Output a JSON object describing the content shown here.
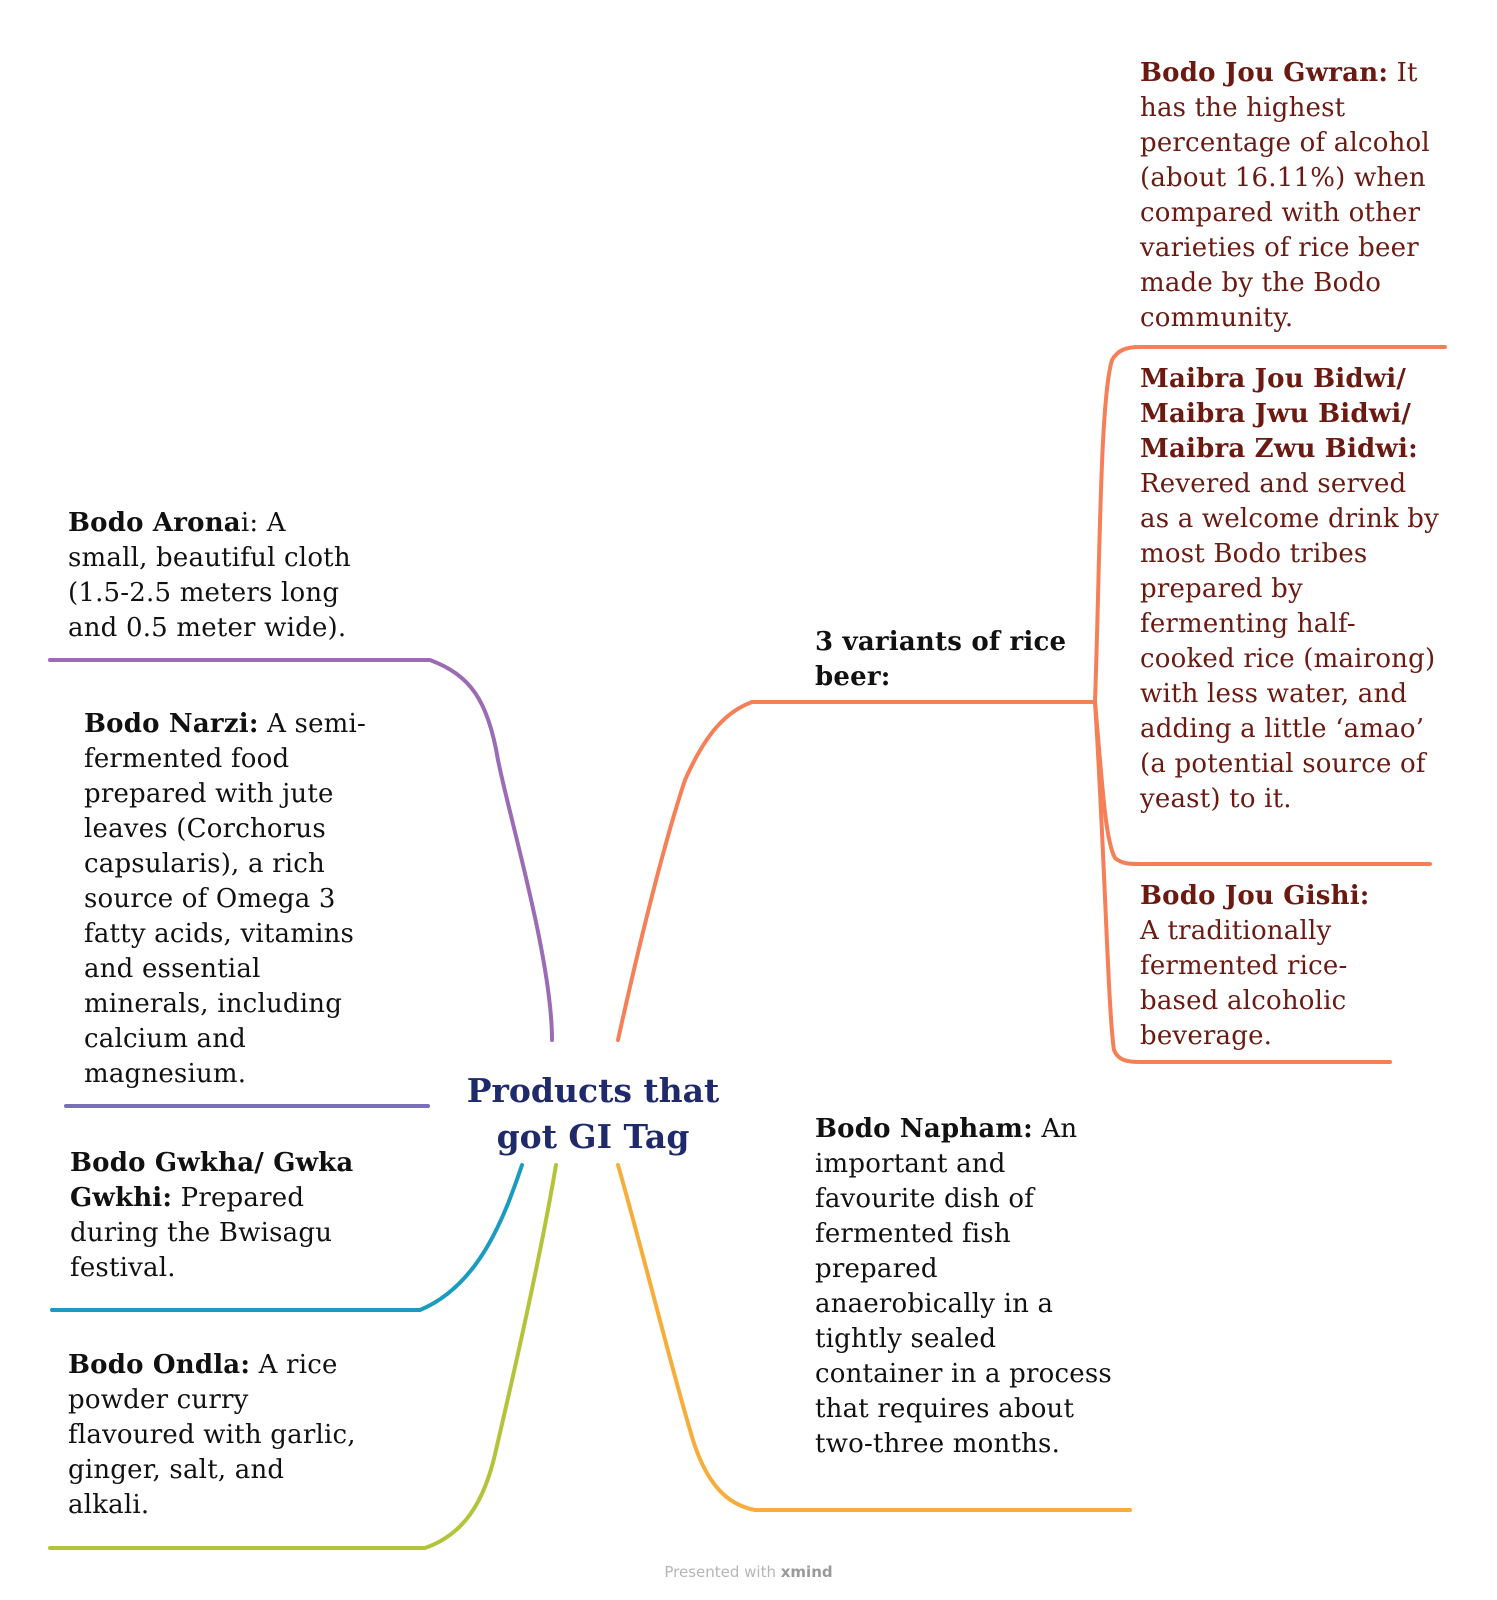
{
  "central_topic": {
    "line1": "Products that",
    "line2": "got GI Tag"
  },
  "left_branches": [
    {
      "title": "Bodo Arona",
      "title_tail": "i:",
      "text": " A small, beautiful cloth (1.5-2.5 meters long and 0.5 meter wide).",
      "color": "#9b6bb5"
    },
    {
      "title": "Bodo Narzi:",
      "text": " A semi-fermented food prepared with jute leaves (Corchorus capsularis), a rich source of Omega 3 fatty acids, vitamins and essential minerals, including calcium and magnesium.",
      "color": "#7a70b8"
    },
    {
      "title": "Bodo Gwkha/ Gwka Gwkhi:",
      "text": " Prepared during the Bwisagu festival.",
      "color": "#1b9bbf"
    },
    {
      "title": "Bodo Ondla:",
      "text": " A rice powder curry flavoured with garlic, ginger, salt, and alkali.",
      "color": "#b3c43a"
    }
  ],
  "right_branches": [
    {
      "title": "3 variants of rice beer:",
      "color": "#f57f57",
      "children": [
        {
          "title": "Bodo Jou Gwran:",
          "text": " It has the highest percentage of alcohol (about 16.11%) when compared with other varieties of rice beer made by the Bodo community."
        },
        {
          "title": "Maibra Jou Bidwi/ Maibra Jwu Bidwi/ Maibra Zwu Bidwi:",
          "text": " Revered and served as a welcome drink by most Bodo tribes prepared by fermenting half-cooked rice (mairong) with less water, and adding a little ‘amao’ (a potential source of yeast) to it."
        },
        {
          "title": "Bodo Jou Gishi:",
          "text": " A traditionally fermented rice-based alcoholic beverage."
        }
      ]
    },
    {
      "title": "Bodo Napham:",
      "text": " An important and favourite dish of fermented fish prepared anaerobically in a tightly sealed container in a process that requires about two-three months.",
      "color": "#f7ad3a"
    }
  ],
  "footer": {
    "prefix": "Presented with ",
    "brand": "xmind"
  }
}
